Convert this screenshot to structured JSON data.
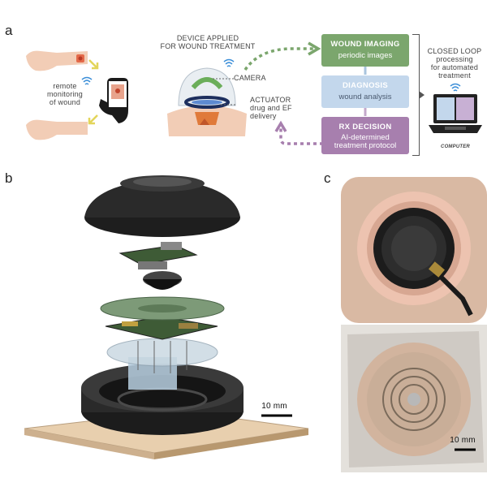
{
  "panels": {
    "a": "a",
    "b": "b",
    "c": "c"
  },
  "panel_a": {
    "remote_label": "remote\nmonitoring\nof wound",
    "device_title": "DEVICE APPLIED\nFOR WOUND TREATMENT",
    "camera_label": "CAMERA",
    "actuator_label": "ACTUATOR\ndrug and EF\ndelivery",
    "boxes": [
      {
        "title": "WOUND IMAGING",
        "subtitle": "periodic images"
      },
      {
        "title": "DIAGNOSIS",
        "subtitle": "wound analysis"
      },
      {
        "title": "RX DECISION",
        "subtitle": "AI-determined\ntreatment protocol"
      }
    ],
    "closed_loop_label": "CLOSED LOOP\nprocessing\nfor automated\ntreatment",
    "computer_label": "COMPUTER",
    "colors": {
      "imaging": "#7ba66d",
      "diagnosis": "#c3d7ec",
      "rx": "#a77fae"
    }
  },
  "panel_b": {
    "scale_label": "10 mm"
  },
  "panel_c": {
    "scale_label": "10 mm"
  }
}
